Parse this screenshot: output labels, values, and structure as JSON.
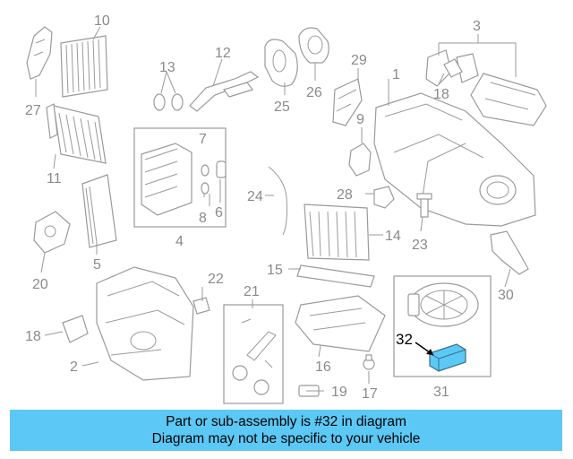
{
  "diagram": {
    "callouts": [
      "1",
      "2",
      "3",
      "4",
      "5",
      "6",
      "7",
      "8",
      "9",
      "10",
      "11",
      "12",
      "13",
      "14",
      "15",
      "16",
      "17",
      "18",
      "18",
      "19",
      "20",
      "21",
      "22",
      "23",
      "24",
      "25",
      "26",
      "27",
      "28",
      "29",
      "30",
      "31",
      "32"
    ],
    "highlighted_part": "32",
    "highlight_color": "#5cc8f5"
  },
  "banner": {
    "line1": "Part or sub-assembly is #32 in diagram",
    "line2": "Diagram may not be specific to your vehicle",
    "background": "#5cc8f5"
  }
}
